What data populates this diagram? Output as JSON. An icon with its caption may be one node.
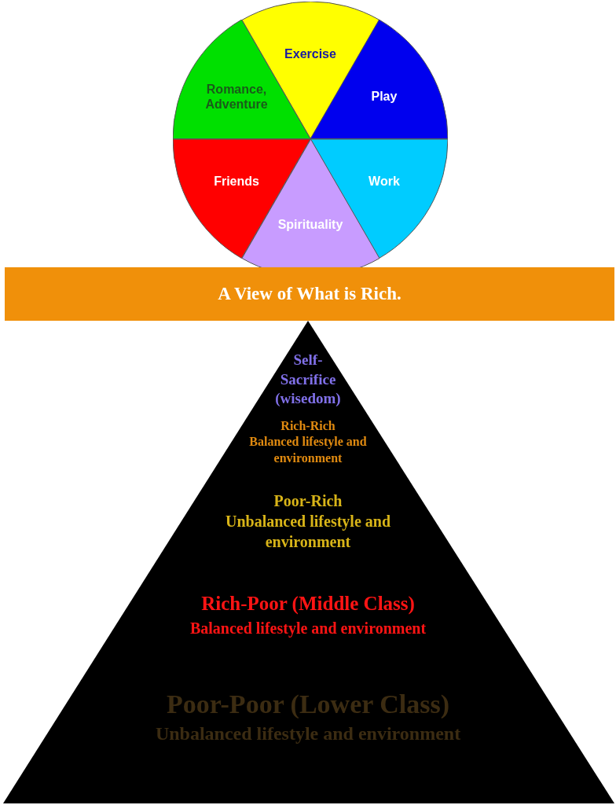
{
  "diagram": {
    "nodes": [
      {
        "text": [
          "Exercise"
        ]
      },
      {
        "text": [
          "Romance, Adventure"
        ]
      },
      {
        "text": [
          "Play"
        ]
      },
      {
        "text": [
          "Friends"
        ]
      },
      {
        "text": [
          "Work"
        ]
      },
      {
        "text": [
          "Spirituality"
        ]
      },
      {
        "text": [
          "A View of What is Rich."
        ]
      },
      {
        "text": [
          "Self-Sacrifice (wisedom)",
          "Rich-Rich",
          "Balanced lifestyle and environment",
          "Poor-Rich",
          "Unbalanced lifestyle and environment",
          "Rich-Poor (Middle Class)",
          "Balanced lifestyle and environment",
          "Poor-Poor (Lower Class)",
          "Unbalanced lifestyle and environment"
        ]
      }
    ]
  }
}
